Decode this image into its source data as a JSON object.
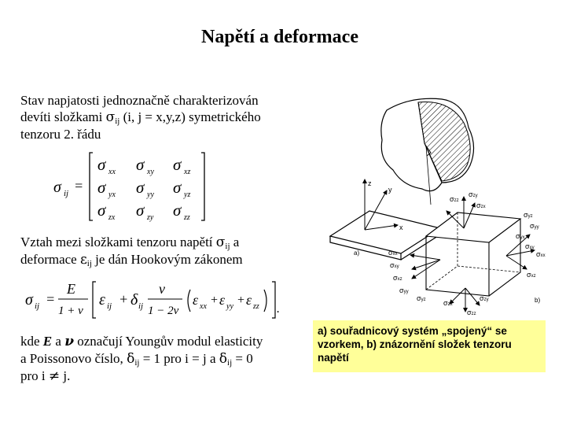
{
  "slide": {
    "title": "Napětí a deformace",
    "para1": {
      "line1": "Stav napjatosti jednoznačně charakterizován",
      "line2a": "devíti složkami ",
      "sigma": "σ",
      "ij": "ij",
      "line2b": " (i, j = x,y,z) symetrického",
      "line3": "tenzoru 2. řádu"
    },
    "para2": {
      "line1a": "Vztah mezi složkami tenzoru napětí ",
      "sigma": "σ",
      "ij": "ij",
      "line1b": " a",
      "line2a": "deformace ",
      "epsilon": "ε",
      "ij2": "ij",
      "line2b": " je dán Hookovým zákonem"
    },
    "para3": {
      "a": "kde ",
      "E": "E",
      "b": " a ",
      "nu": "ν",
      "c": " označují Youngův modul elasticity",
      "d": "a Poissonovo číslo, ",
      "delta": "δ",
      "ij": "ij",
      "e": " = 1 pro i = j  a ",
      "delta2": "δ",
      "ij2": "ij",
      "f": " = 0",
      "g": "pro i ",
      "neq": "≠",
      "h": " j."
    },
    "note": "a) souřadnicový systém „spojený“ se vzorkem, b) znázornění složek tenzoru napětí"
  },
  "matrix": {
    "lhs": "σ",
    "lhs_sub": "ij",
    "sigma": "σ",
    "subs": [
      "xx",
      "xy",
      "xz",
      "yx",
      "yy",
      "yz",
      "zx",
      "zy",
      "zz"
    ]
  },
  "hooke": {
    "lhs": "σ",
    "lhs_sub": "ij",
    "eq": "=",
    "E": "E",
    "den1": "1 + ν",
    "eps": "ε",
    "eps_sub": "ij",
    "plus": "+",
    "delta": "δ",
    "delta_sub": "ij",
    "nu": "ν",
    "den2": "1 − 2ν",
    "sum_xx": "xx",
    "sum_yy": "yy",
    "sum_zz": "zz",
    "end": "."
  },
  "figure": {
    "panel_a": "a)",
    "panel_b": "b)",
    "axis_z": "z",
    "axis_y": "y",
    "axis_x": "x",
    "sigma": "σ",
    "labels": [
      "zz",
      "zy",
      "zx",
      "yz",
      "yy",
      "yx",
      "xx",
      "xy",
      "xz",
      "xx",
      "xy",
      "xz",
      "yy",
      "yz",
      "zx",
      "zy",
      "zz"
    ]
  }
}
